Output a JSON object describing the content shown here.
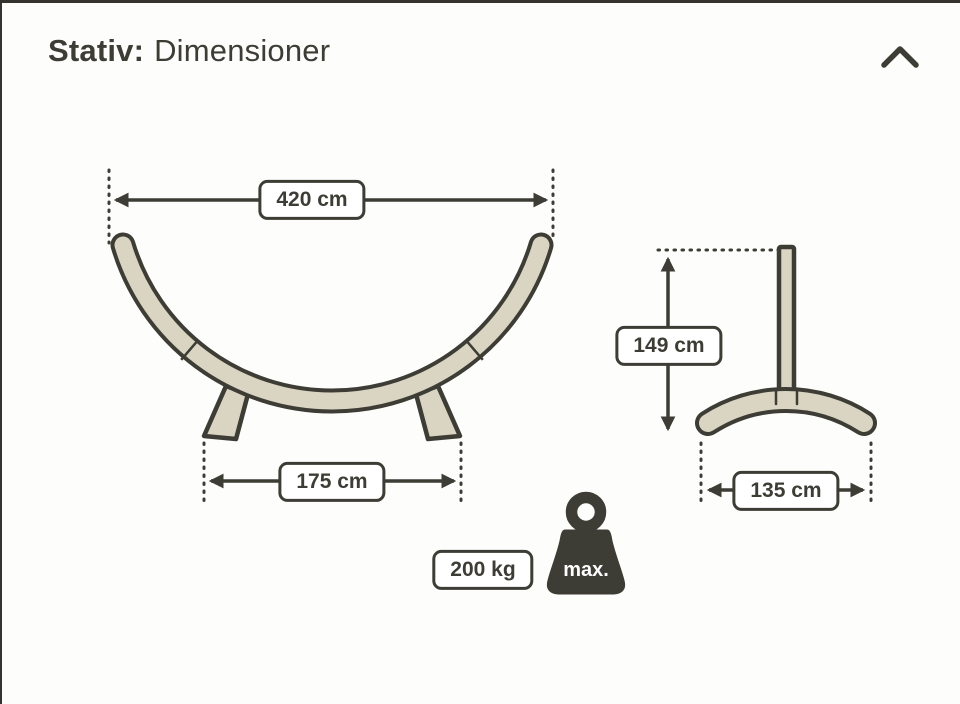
{
  "panel": {
    "title_bold": "Stativ:",
    "title_regular": "Dimensioner"
  },
  "icons": {
    "collapse_icon": "chevron-up"
  },
  "diagram": {
    "side_view": {
      "width_label": "420 cm",
      "base_width_label": "175 cm"
    },
    "front_view": {
      "height_label": "149 cm",
      "base_width_label": "135 cm"
    },
    "capacity": {
      "weight_limit_label": "200 kg",
      "weight_icon_text": "max."
    }
  },
  "colors": {
    "outline": "#3d3c35",
    "wood": "#d9d5c2",
    "panel-bg": "#fdfdfb",
    "label-bg": "#ffffff"
  }
}
